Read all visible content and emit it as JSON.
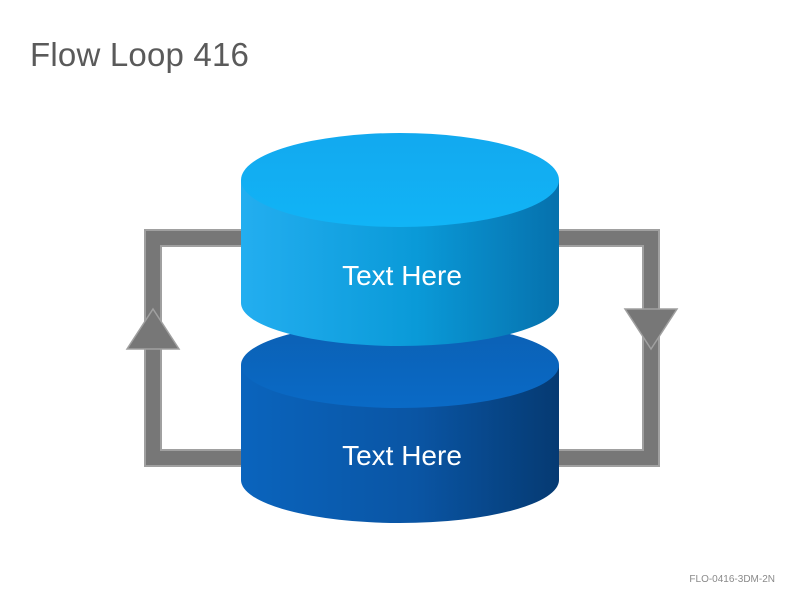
{
  "slide": {
    "title": "Flow Loop 416",
    "footer_code": "FLO-0416-3DM-2N"
  },
  "diagram": {
    "nodes": [
      {
        "id": "top",
        "label": "Text Here",
        "color": "#0ea5e9"
      },
      {
        "id": "bottom",
        "label": "Text Here",
        "color": "#0a5fb8"
      }
    ],
    "arrows": [
      {
        "from": "top",
        "to": "bottom",
        "side": "right",
        "direction": "down"
      },
      {
        "from": "bottom",
        "to": "top",
        "side": "left",
        "direction": "up"
      }
    ],
    "arrow_color": "#777777"
  }
}
